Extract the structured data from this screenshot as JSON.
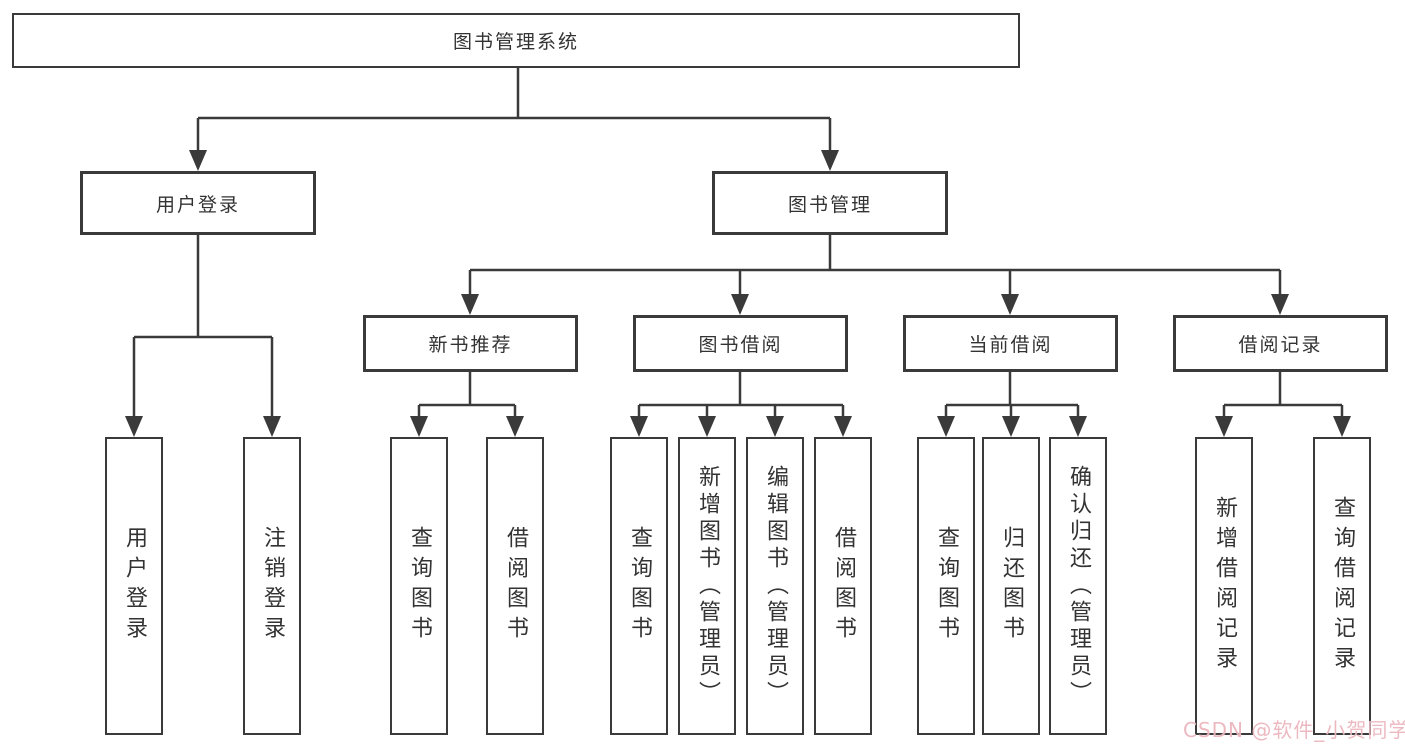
{
  "diagram_title": "图书管理系统",
  "tree": {
    "root": {
      "label": "图书管理系统"
    },
    "user_login": {
      "label": "用户登录",
      "leaves": [
        {
          "label": "用户登录"
        },
        {
          "label": "注销登录"
        }
      ]
    },
    "book_mgmt": {
      "label": "图书管理",
      "children": [
        {
          "label": "新书推荐",
          "leaves": [
            {
              "label": "查询图书"
            },
            {
              "label": "借阅图书"
            }
          ]
        },
        {
          "label": "图书借阅",
          "leaves": [
            {
              "label": "查询图书"
            },
            {
              "label": "新增图书（管理员）"
            },
            {
              "label": "编辑图书（管理员）"
            },
            {
              "label": "借阅图书"
            }
          ]
        },
        {
          "label": "当前借阅",
          "leaves": [
            {
              "label": "查询图书"
            },
            {
              "label": "归还图书"
            },
            {
              "label": "确认归还（管理员）"
            }
          ]
        },
        {
          "label": "借阅记录",
          "leaves": [
            {
              "label": "新增借阅记录"
            },
            {
              "label": "查询借阅记录"
            }
          ]
        }
      ]
    }
  },
  "watermark": {
    "text": "CSDN @软件_小贺同学"
  },
  "colors": {
    "background": "#ffffff",
    "line": "#3a3a3a",
    "box_border": "#3a3a3a",
    "text": "#333333",
    "watermark": "#ecb6be"
  }
}
